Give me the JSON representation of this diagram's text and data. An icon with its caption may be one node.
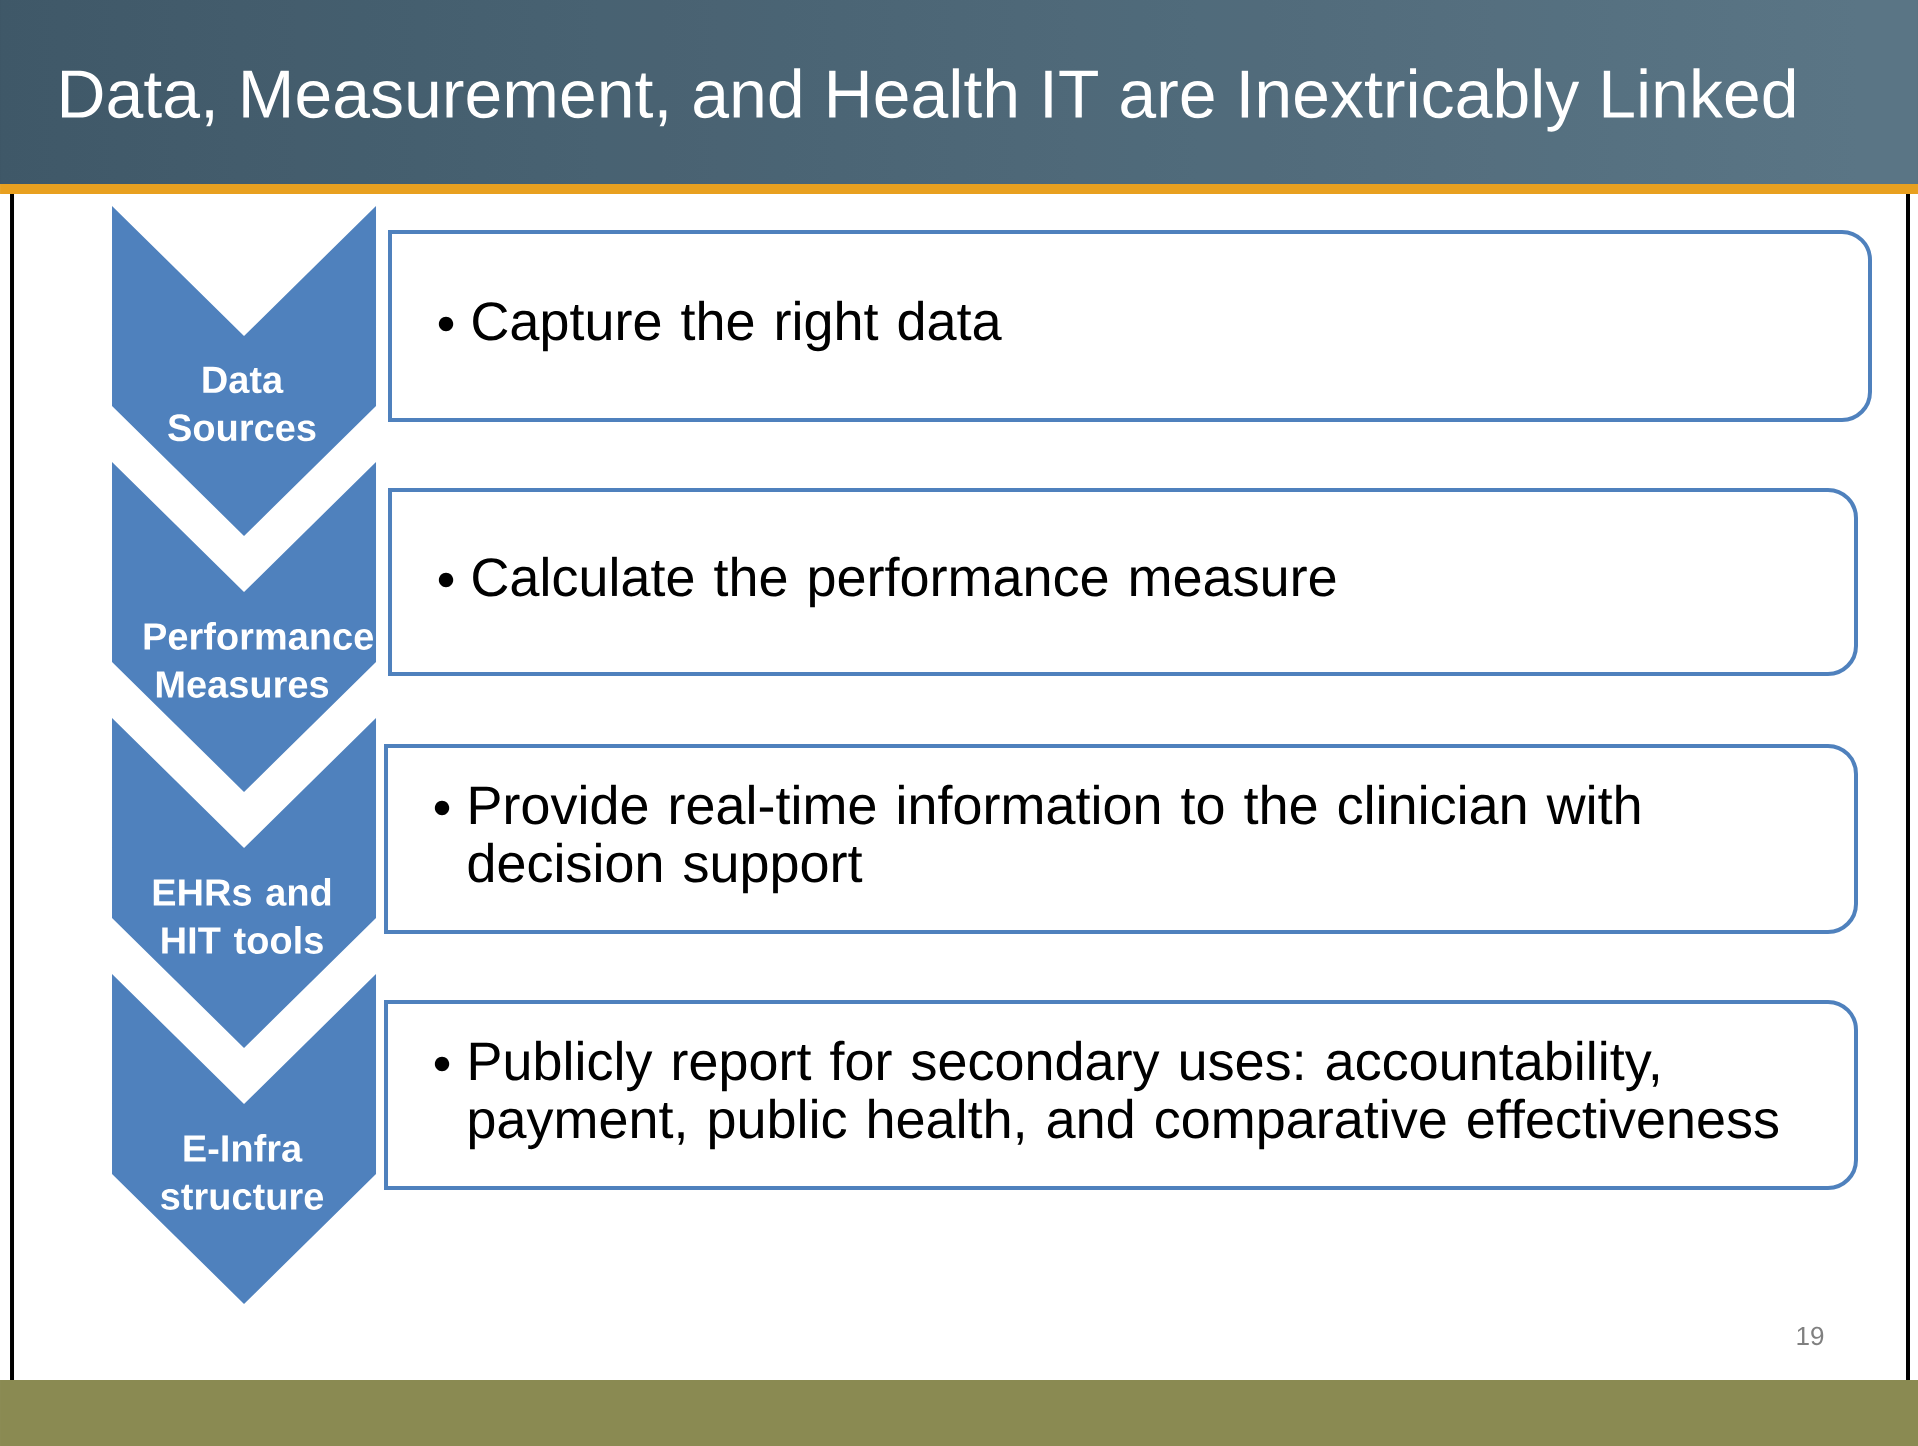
{
  "diagram": {
    "title": "Data, Measurement, and Health IT are Inextricably Linked",
    "nodes": [
      {
        "text": [
          "Data Sources"
        ]
      },
      {
        "text": [
          "Capture the right data"
        ]
      },
      {
        "text": [
          "Performance Measures"
        ]
      },
      {
        "text": [
          "Calculate the performance measure"
        ]
      },
      {
        "text": [
          "EHRs and HIT tools"
        ]
      },
      {
        "text": [
          "Provide real-time information to the clinician with decision support"
        ]
      },
      {
        "text": [
          "E-Infra structure"
        ]
      },
      {
        "text": [
          "Publicly report for secondary uses: accountability, payment, public health, and comparative effectiveness"
        ]
      }
    ],
    "labels": [
      "19"
    ]
  }
}
